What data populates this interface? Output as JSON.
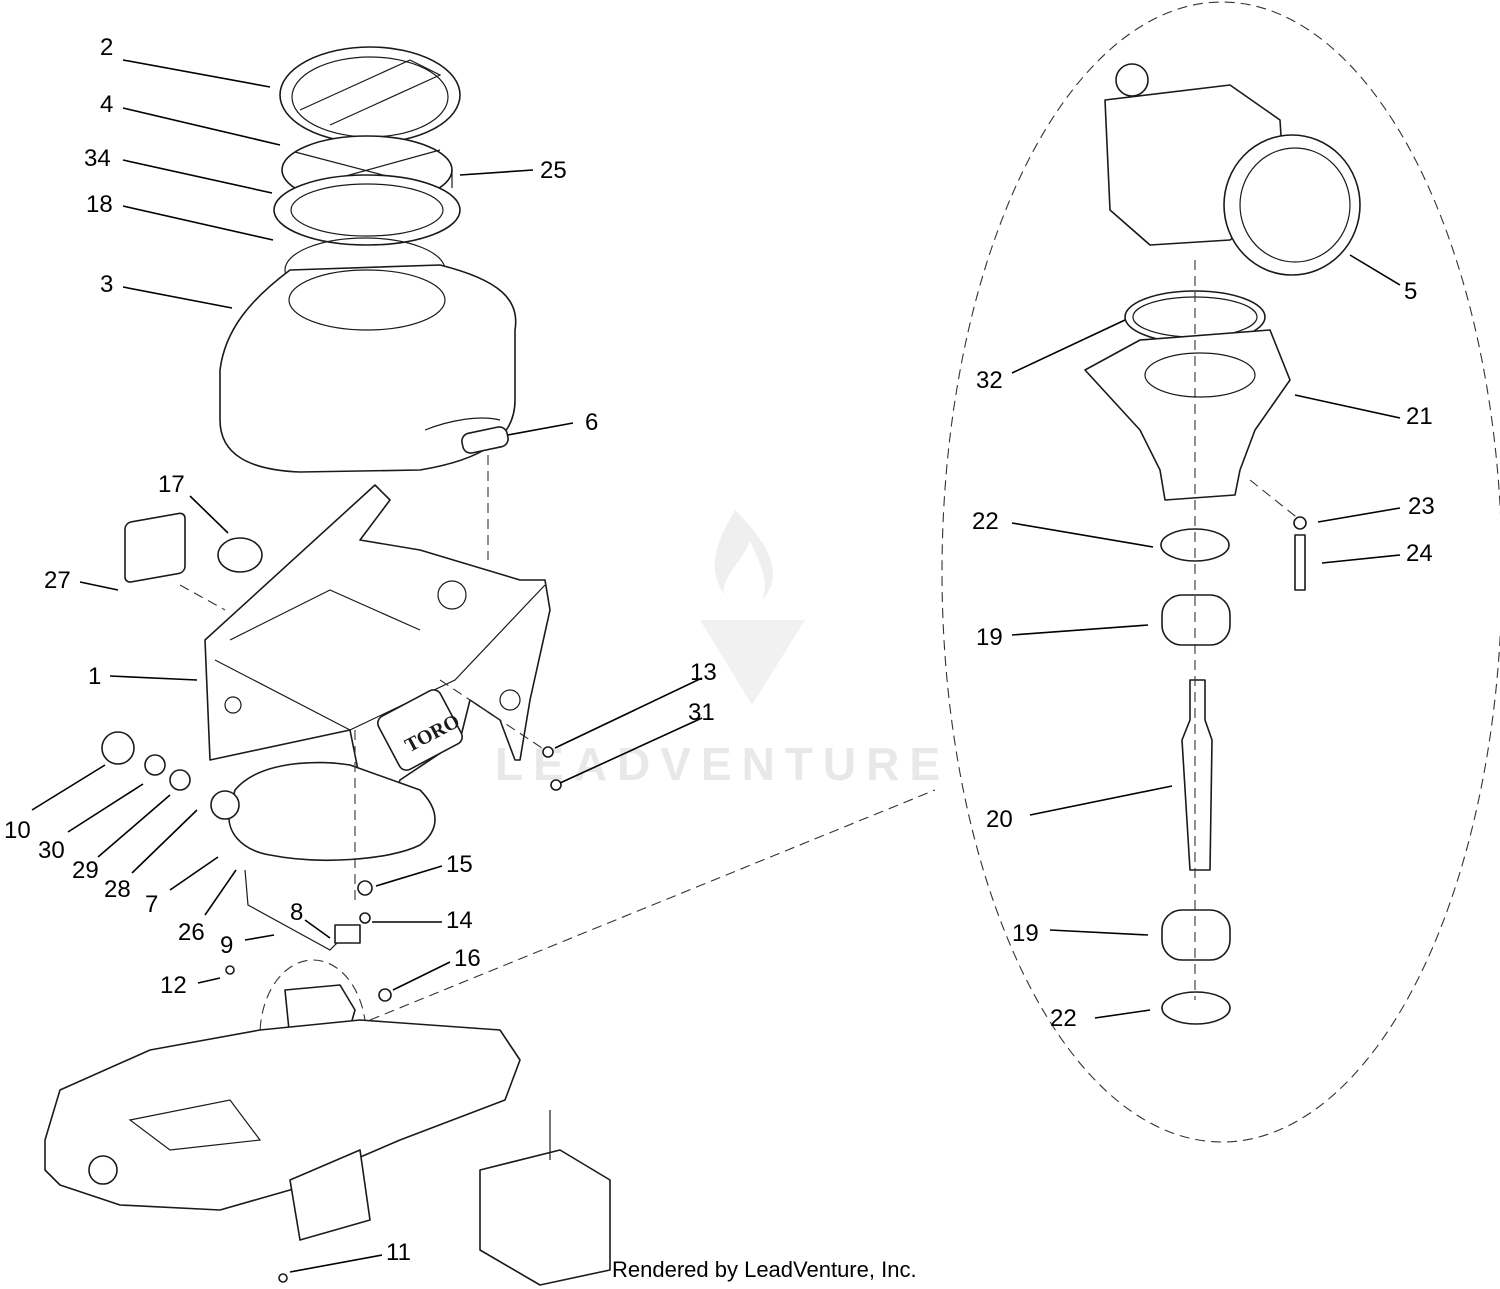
{
  "callouts": {
    "c1": "1",
    "c2": "2",
    "c3": "3",
    "c4": "4",
    "c5": "5",
    "c6": "6",
    "c7": "7",
    "c8": "8",
    "c9": "9",
    "c10": "10",
    "c11": "11",
    "c12": "12",
    "c13": "13",
    "c14": "14",
    "c15": "15",
    "c16": "16",
    "c17": "17",
    "c18": "18",
    "c19a": "19",
    "c19b": "19",
    "c20": "20",
    "c21": "21",
    "c22a": "22",
    "c22b": "22",
    "c23": "23",
    "c24": "24",
    "c25": "25",
    "c26": "26",
    "c27": "27",
    "c28": "28",
    "c29": "29",
    "c30": "30",
    "c31": "31",
    "c32": "32",
    "c34": "34"
  },
  "brand_plate": "TORO",
  "watermark": "LEADVENTURE",
  "credit": "Rendered by LeadVenture, Inc."
}
